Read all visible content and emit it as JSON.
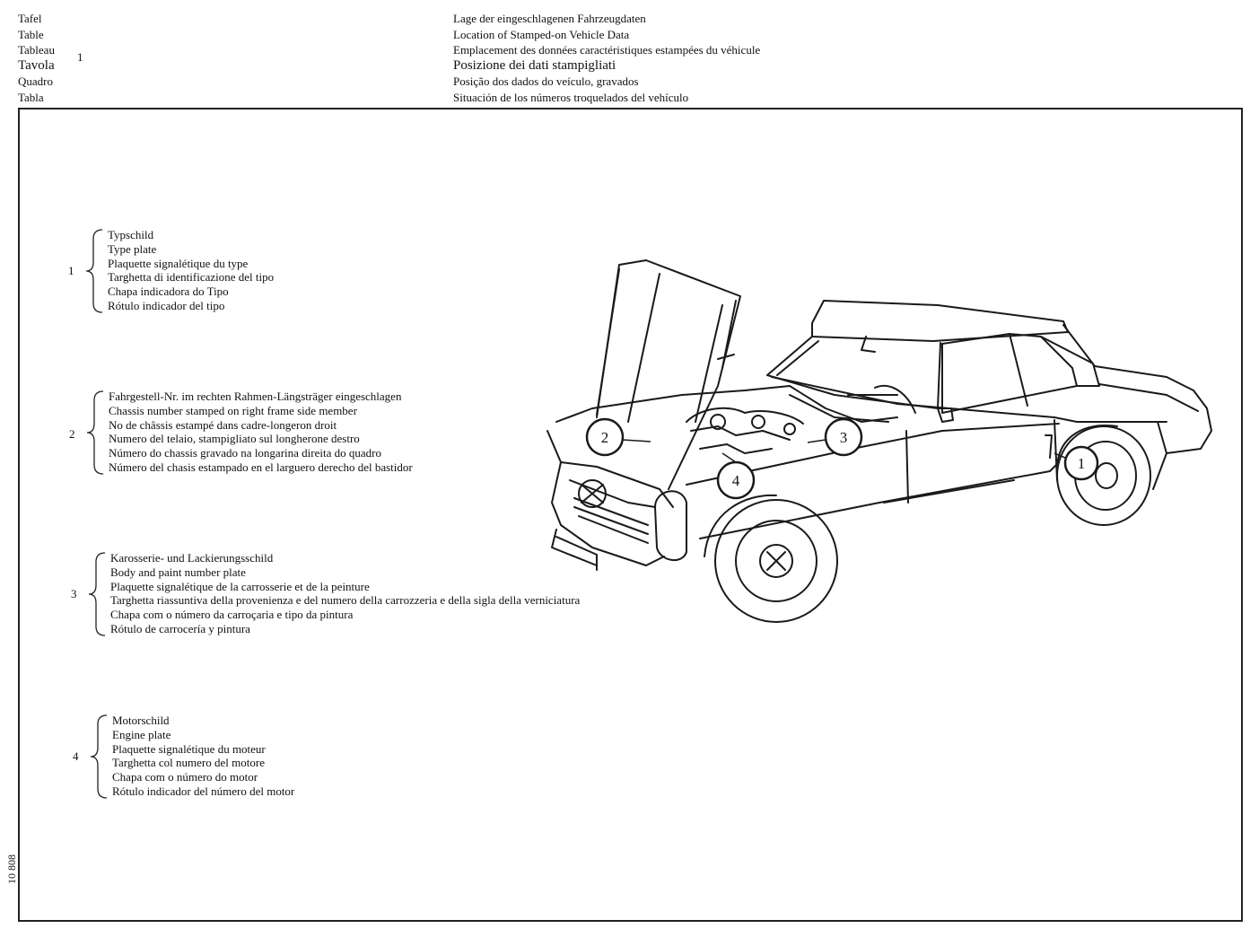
{
  "header": {
    "left_labels": [
      "Tafel",
      "Table",
      "Tableau",
      "Tavola",
      "Quadro",
      "Tabla"
    ],
    "table_number": "1",
    "titles": [
      "Lage der eingeschlagenen Fahrzeugdaten",
      "Location of Stamped-on Vehicle Data",
      "Emplacement des données caractéristiques estampées du véhicule",
      "Posizione dei dati stampigliati",
      "Posição dos dados do veículo, gravados",
      "Situación de los números troquelados del vehículo"
    ]
  },
  "legend": [
    {
      "number": "1",
      "lines": [
        "Typschild",
        "Type plate",
        "Plaquette signalétique du type",
        "Targhetta di identificazione del tipo",
        "Chapa indicadora do Tipo",
        "Rótulo indicador del tipo"
      ]
    },
    {
      "number": "2",
      "lines": [
        "Fahrgestell-Nr. im rechten Rahmen-Längsträger eingeschlagen",
        "Chassis number stamped on right frame side member",
        "No de châssis estampé dans cadre-longeron droit",
        "Numero del telaio, stampigliato sul longherone destro",
        "Número do chassis gravado na longarina direita do quadro",
        "Número del chasis estampado en el larguero derecho del bastidor"
      ]
    },
    {
      "number": "3",
      "lines": [
        "Karosserie- und Lackierungsschild",
        "Body and paint number plate",
        "Plaquette signalétique de la carrosserie et de la peinture",
        "Targhetta riassuntiva della provenienza e del numero della carrozzeria e della sigla della verniciatura",
        "Chapa com o número da carroçaria e tipo da pintura",
        "Rótulo de carrocería y pintura"
      ]
    },
    {
      "number": "4",
      "lines": [
        "Motorschild",
        "Engine plate",
        "Plaquette signalétique du moteur",
        "Targhetta col numero del motore",
        "Chapa com o número do motor",
        "Rótulo indicador del número del motor"
      ]
    }
  ],
  "callouts": [
    "1",
    "2",
    "3",
    "4"
  ],
  "side_id": "10 808"
}
